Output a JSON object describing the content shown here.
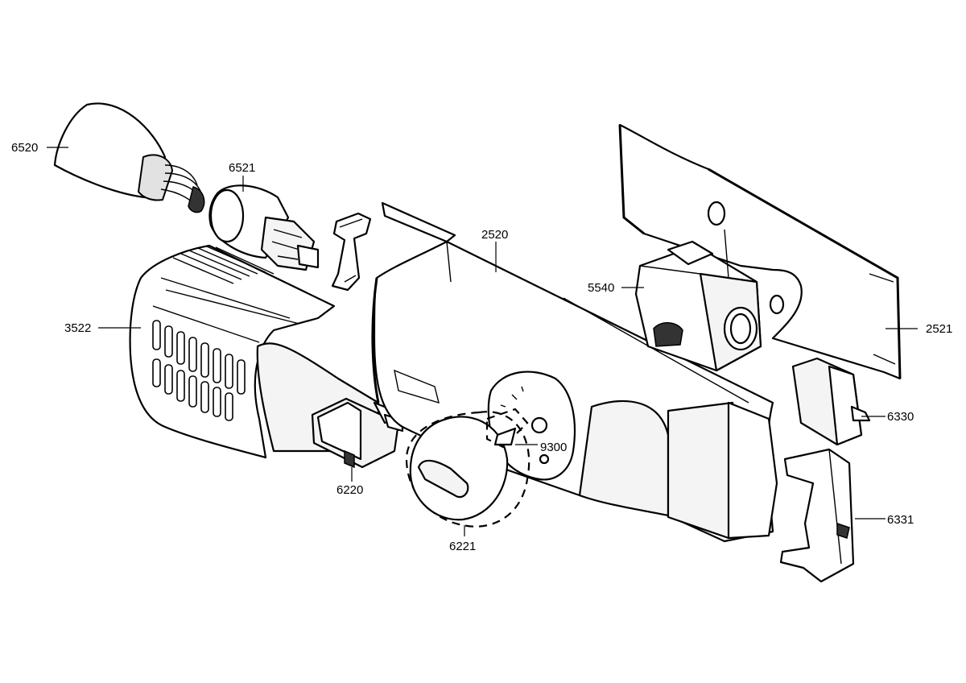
{
  "labels": {
    "p6520": "6520",
    "p6521": "6521",
    "p3522": "3522",
    "p2520": "2520",
    "p5540": "5540",
    "p2521": "2521",
    "p6330": "6330",
    "p9300": "9300",
    "p6220": "6220",
    "p6221": "6221",
    "p6331": "6331"
  }
}
